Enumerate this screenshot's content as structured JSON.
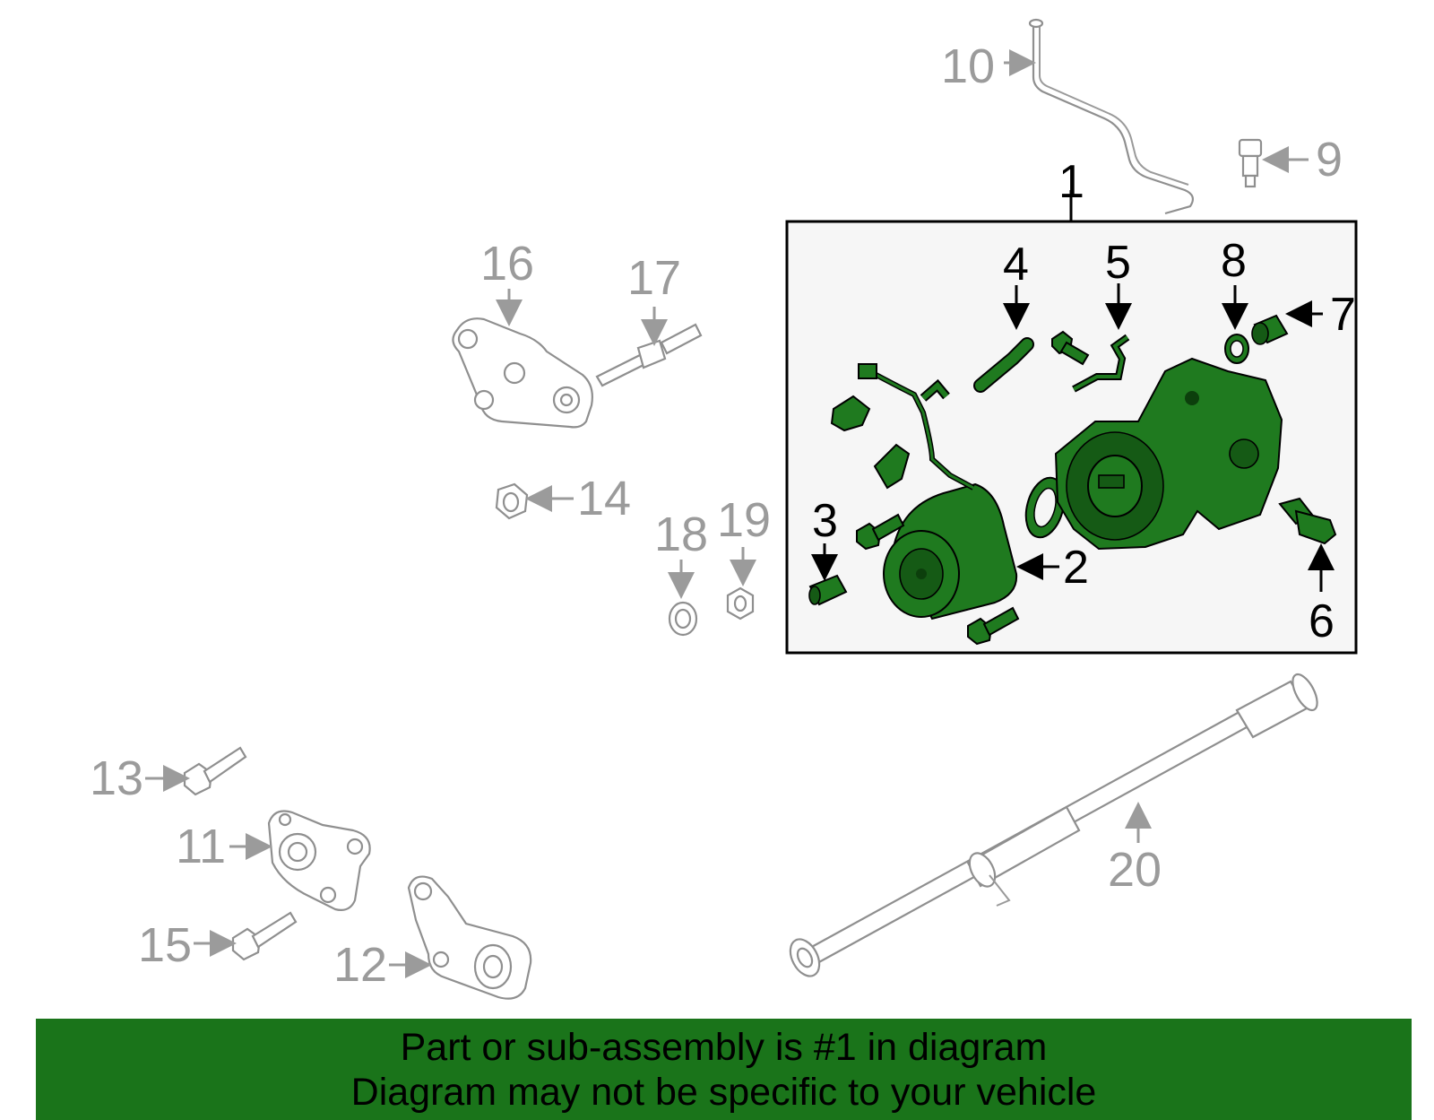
{
  "callouts": {
    "c1": "1",
    "c2": "2",
    "c3": "3",
    "c4": "4",
    "c5": "5",
    "c6": "6",
    "c7": "7",
    "c8": "8",
    "c9": "9",
    "c10": "10",
    "c11": "11",
    "c12": "12",
    "c13": "13",
    "c14": "14",
    "c15": "15",
    "c16": "16",
    "c17": "17",
    "c18": "18",
    "c19": "19",
    "c20": "20"
  },
  "banner": {
    "line1": "Part or sub-assembly is #1 in diagram",
    "line2": "Diagram may not be specific to your vehicle"
  },
  "colors": {
    "highlight_green": "#1f7a1f",
    "banner_green": "#1a741a",
    "callout_gray": "#9b9b9b"
  }
}
